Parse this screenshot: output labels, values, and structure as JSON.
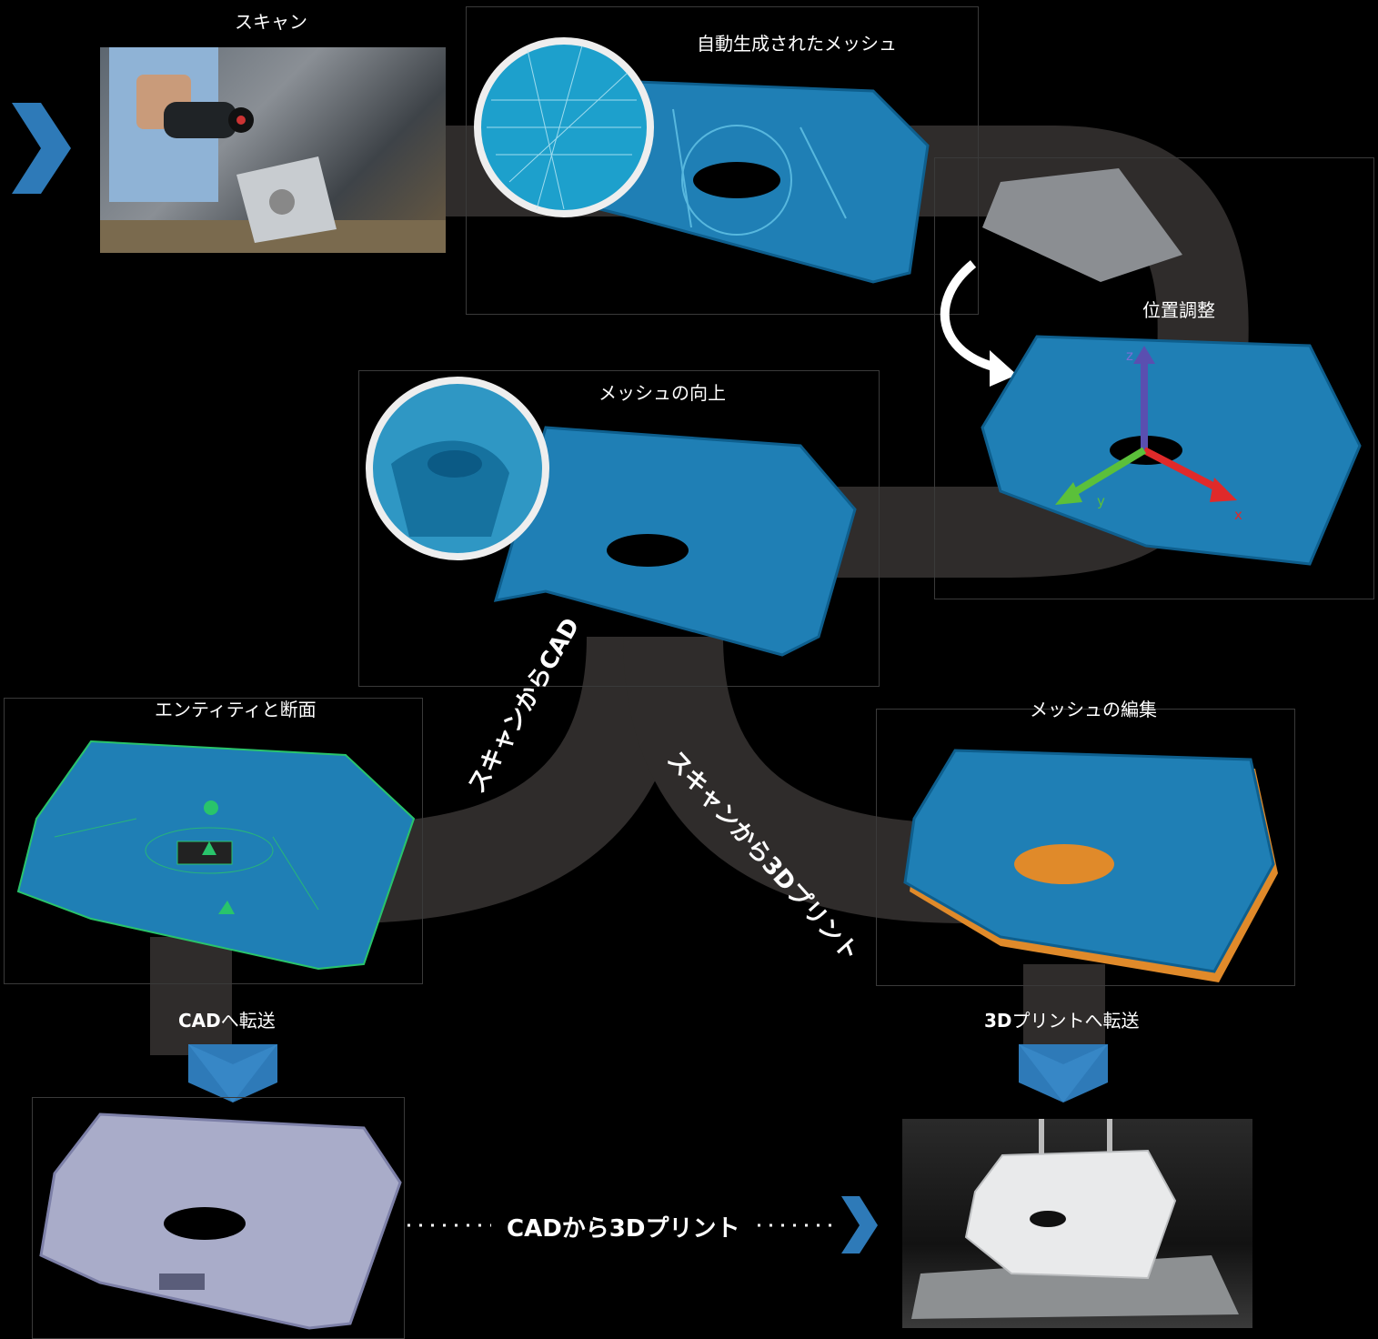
{
  "steps": {
    "scan": "スキャン",
    "auto_mesh": "自動生成されたメッシュ",
    "alignment": "位置調整",
    "mesh_improve": "メッシュの向上",
    "entities_sections": "エンティティと断面",
    "mesh_edit": "メッシュの編集"
  },
  "paths": {
    "scan_to_cad": "スキャンからCAD",
    "scan_to_3dprint": "スキャンから3Dプリント",
    "cad_to_3dprint": "CADから3Dプリント"
  },
  "transfers": {
    "to_cad_bold": "CAD",
    "to_cad_rest": "へ転送",
    "to_print_bold": "3D",
    "to_print_rest": "プリントへ転送"
  },
  "axes": {
    "x": "x",
    "y": "y",
    "z": "z"
  },
  "colors": {
    "mesh_blue": "#1f7fb5",
    "road": "#2f2c2b",
    "chevron": "#2e7ab8",
    "cad_gray": "#a9acc9",
    "mesh_orange": "#e08a2a"
  }
}
